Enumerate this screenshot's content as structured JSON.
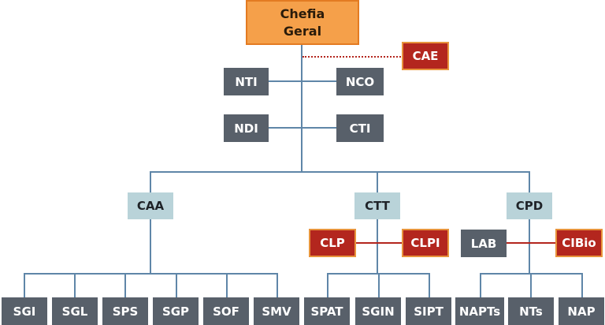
{
  "chefia": {
    "line1": "Chefia",
    "line2": "Geral"
  },
  "staff": {
    "cae": "CAE",
    "nti": "NTI",
    "nco": "NCO",
    "ndi": "NDI",
    "cti": "CTI"
  },
  "divisions": {
    "caa": {
      "label": "CAA",
      "units": [
        "SGI",
        "SGL",
        "SPS",
        "SGP",
        "SOF",
        "SMV"
      ]
    },
    "ctt": {
      "label": "CTT",
      "left": "CLP",
      "right": "CLPI",
      "units": [
        "SPAT",
        "SGIN",
        "SIPT"
      ]
    },
    "cpd": {
      "label": "CPD",
      "left": "LAB",
      "right": "CIBio",
      "units": [
        "NAPTs",
        "NTs",
        "NAP"
      ]
    }
  },
  "colors": {
    "top_fill": "#f5a04a",
    "dark_fill": "#58606a",
    "light_fill": "#b9d3d9",
    "red_fill": "#b3261e",
    "connector": "#5f86a8"
  }
}
